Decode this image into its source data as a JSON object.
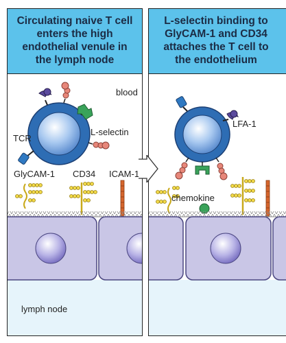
{
  "panels": [
    {
      "title_lines": [
        "Circulating naive T cell",
        "enters the high",
        "endothelial venule in",
        "the lymph node"
      ],
      "labels": {
        "blood": "blood",
        "tcr": "TCR",
        "l_selectin": "L-selectin",
        "glycam": "GlyCAM-1",
        "cd34": "CD34",
        "icam": "ICAM-1",
        "lymph_node": "lymph node"
      }
    },
    {
      "title_lines": [
        "L-selectin binding to",
        "GlyCAM-1 and CD34",
        "attaches the T cell to",
        "the endothelium"
      ],
      "labels": {
        "lfa": "LFA-1",
        "chemokine": "chemokine"
      }
    }
  ],
  "colors": {
    "header_bg": "#5cc2eb",
    "t_cell": "#2e6db4",
    "nucleus": "#8fbbe9",
    "endothelium": "#c9c6e6",
    "lymph_node_bg": "#e6f4fb",
    "tcr": "#2f79c2",
    "lfa": "#5b4a9e",
    "l_selectin": "#e7877a",
    "receptor_green": "#3aa35a",
    "mucin": "#f1d94a",
    "icam": "#d5652d"
  }
}
